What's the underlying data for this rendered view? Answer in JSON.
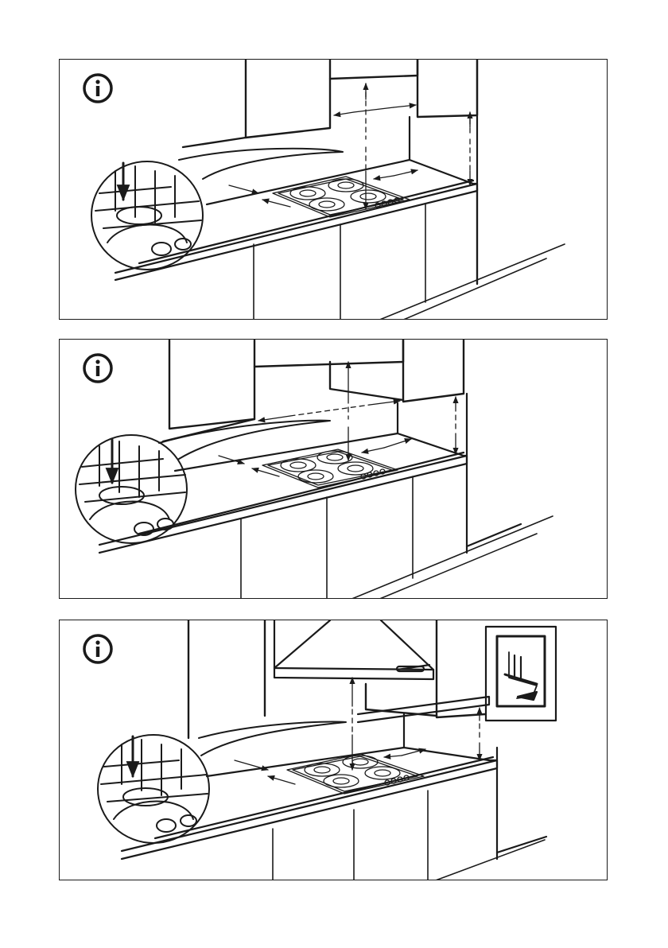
{
  "page": {
    "background": "#ffffff",
    "ink": "#1a1a1a"
  },
  "panels": [
    {
      "id": 1,
      "icon": "info-icon",
      "variant": "wall-cabinet-narrow"
    },
    {
      "id": 2,
      "icon": "info-icon",
      "variant": "wall-cabinet-wide"
    },
    {
      "id": 3,
      "icon": "info-icon",
      "variant": "cooker-hood"
    }
  ],
  "info_glyph": "i"
}
